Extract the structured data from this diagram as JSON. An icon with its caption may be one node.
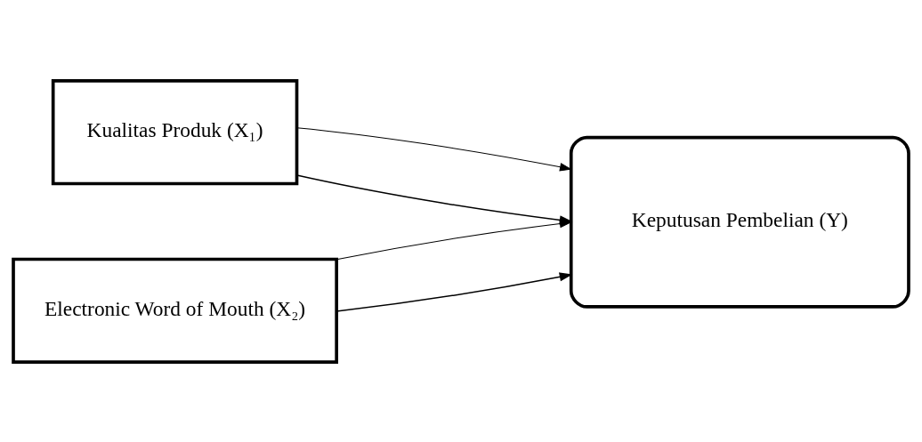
{
  "diagram": {
    "nodes": [
      {
        "text": [
          "Kualitas Produk (X₁)"
        ]
      },
      {
        "text": [
          "Electronic Word of Mouth (X₂)"
        ]
      },
      {
        "text": [
          "Keputusan Pembelian (Y)"
        ]
      }
    ],
    "edges": [
      {
        "from": 0,
        "to": 2,
        "arrow": "to"
      },
      {
        "from": 1,
        "to": 2,
        "arrow": "to"
      },
      {
        "from": 0,
        "to": 2,
        "arrow": "to"
      },
      {
        "from": 1,
        "to": 2,
        "arrow": "to"
      }
    ]
  }
}
